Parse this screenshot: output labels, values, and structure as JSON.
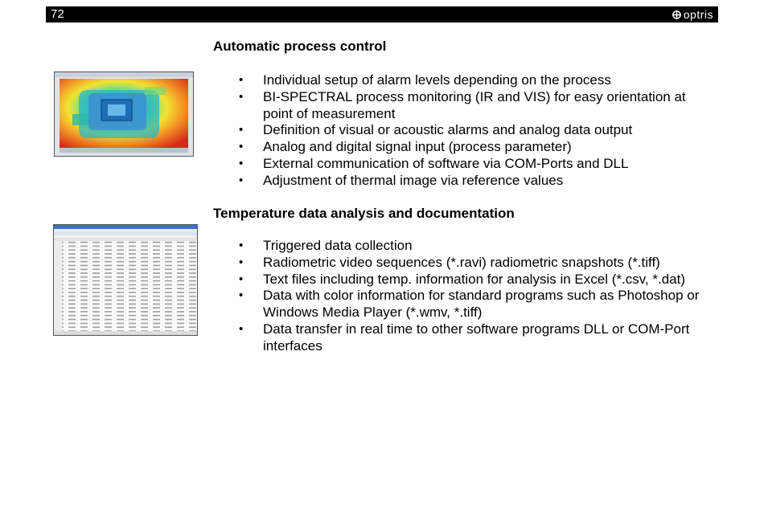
{
  "header": {
    "page_number": "72",
    "brand_logo_text": "optris",
    "background_color": "#000000",
    "text_color": "#ffffff"
  },
  "sections": [
    {
      "heading": "Automatic process control",
      "items": [
        "Individual setup of alarm levels depending on the process",
        "BI-SPECTRAL process monitoring (IR and VIS) for easy orientation at point of measurement",
        "Definition of visual or acoustic alarms and analog data output",
        "Analog and digital signal input (process parameter)",
        "External communication of software via COM-Ports and DLL",
        "Adjustment of thermal image via reference values"
      ]
    },
    {
      "heading": "Temperature data analysis and documentation",
      "items": [
        "Triggered data collection",
        "Radiometric video sequences (*.ravi) radiometric snapshots (*.tiff)",
        "Text files including temp. information for analysis in Excel (*.csv, *.dat)",
        "Data with color information for standard programs such as Photoshop or Windows Media Player (*.wmv, *.tiff)",
        "Data transfer in real time to other software programs DLL or COM-Port interfaces"
      ]
    }
  ],
  "images": {
    "thermal_screenshot": "thermal-image-screenshot",
    "spreadsheet_screenshot": "excel-data-screenshot"
  }
}
